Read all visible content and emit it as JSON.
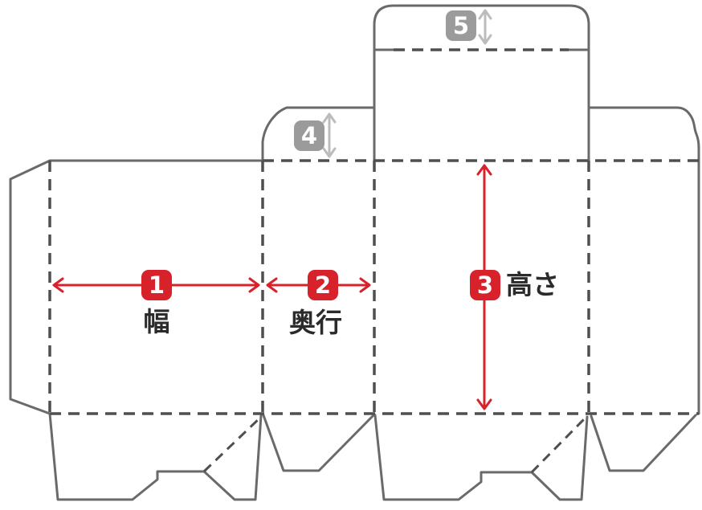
{
  "colors": {
    "accent_red": "#d8222b",
    "badge_gray": "#9b9b9b",
    "outline_gray": "#6a6a6a",
    "fold_gray": "#4f4f4f",
    "arrow_light_gray": "#bcbcbc",
    "label_text": "#2b2b2b",
    "background": "#ffffff"
  },
  "dimension_markers": [
    {
      "number": "1",
      "label": "幅"
    },
    {
      "number": "2",
      "label": "奥行"
    },
    {
      "number": "3",
      "label": "高さ"
    },
    {
      "number": "4",
      "label": ""
    },
    {
      "number": "5",
      "label": ""
    }
  ]
}
